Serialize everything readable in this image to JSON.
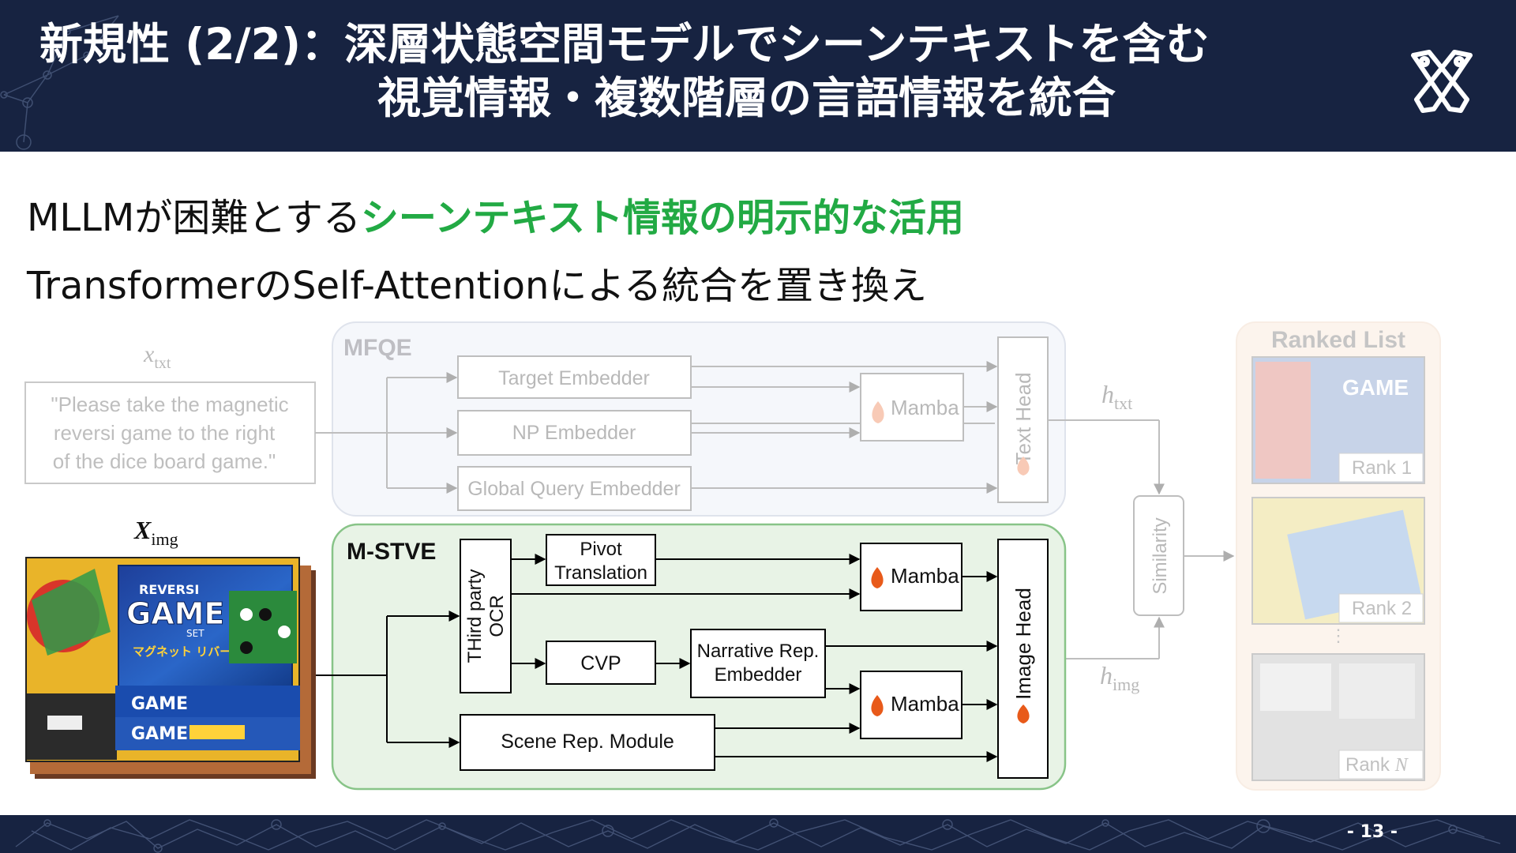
{
  "slide": {
    "title_line1": "新規性 (2/2)：深層状態空間モデルでシーンテキストを含む",
    "title_line2": "視覚情報・複数階層の言語情報を統合",
    "bullet1_prefix": "MLLMが困難とする",
    "bullet1_highlight": "シーンテキスト情報の明示的な活用",
    "bullet2": "TransformerのSelf-Attentionによる統合を置き換え",
    "page_number": "- 13 -",
    "logo_icon": "crossed-tools-icon",
    "colors": {
      "header_bg": "#172341",
      "highlight": "#22aa44",
      "mstve_fill": "#e8f3e6",
      "mstve_border": "#88c488",
      "mfqe_fill": "#f5f7fb",
      "ranked_fill": "#fdf5ef"
    }
  },
  "diagram": {
    "x_txt_label": "x",
    "x_txt_sub": "txt",
    "query_text": [
      "\"Please take the magnetic",
      "reversi game to the right",
      "of the dice board game.\""
    ],
    "x_img_label": "X",
    "x_img_sub": "img",
    "mfqe": {
      "label": "MFQE",
      "target_embedder": "Target Embedder",
      "np_embedder": "NP Embedder",
      "global_query_embedder": "Global Query Embedder",
      "mamba": "Mamba",
      "text_head": "Text Head"
    },
    "mstve": {
      "label": "M-STVE",
      "ocr": [
        "THird party",
        "OCR"
      ],
      "pivot": [
        "Pivot",
        "Translation"
      ],
      "cvp": "CVP",
      "narrative": [
        "Narrative Rep.",
        "Embedder"
      ],
      "scene": "Scene Rep. Module",
      "mamba_top": "Mamba",
      "mamba_bottom": "Mamba",
      "image_head": "Image Head"
    },
    "h_txt_label": "h",
    "h_txt_sub": "txt",
    "h_img_label": "h",
    "h_img_sub": "img",
    "similarity": "Similarity",
    "ranked_list": {
      "title": "Ranked List",
      "rank1": "Rank 1",
      "rank2": "Rank 2",
      "rank_n_prefix": "Rank ",
      "rank_n_var": "N"
    },
    "game_box": {
      "brand_top": "REVERSI",
      "word": "GAME",
      "sub": "SET",
      "jp": "マグネット リバーシ ゲーム"
    }
  }
}
